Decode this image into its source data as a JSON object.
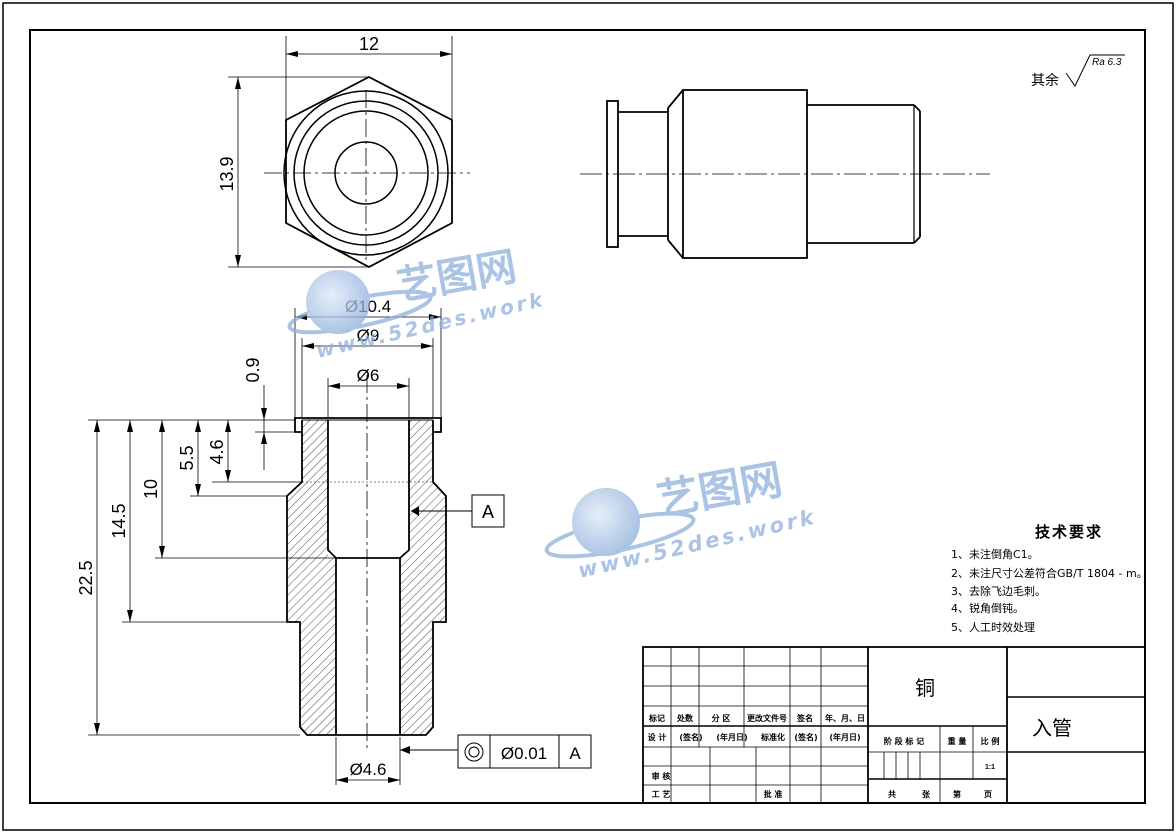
{
  "roughness": {
    "prefix": "其余",
    "symbol_text": "Ra 6.3"
  },
  "dimensions": {
    "hex_width": "12",
    "hex_height": "13.9",
    "d_flange": "Ø10.4",
    "d_body": "Ø9",
    "d_bore": "Ø6",
    "flange_thk": "0.9",
    "len_22_5": "22.5",
    "len_14_5": "14.5",
    "len_10": "10",
    "len_5_5": "5.5",
    "len_4_6": "4.6",
    "d_outlet": "Ø4.6"
  },
  "datum": {
    "label": "A"
  },
  "tolerance": {
    "value": "Ø0.01",
    "datum": "A"
  },
  "watermark": {
    "brand": "艺图网",
    "url": "www.52des.work"
  },
  "tech_requirements": {
    "title": "技术要求",
    "items": [
      "1、未注倒角C1。",
      "2、未注尺寸公差符合GB/T 1804 - m。",
      "3、去除飞边毛刺。",
      "4、锐角倒钝。",
      "5、人工时效处理"
    ]
  },
  "title_block": {
    "material": "铜",
    "part_name": "入管",
    "headers": [
      "标记",
      "处数",
      "分 区",
      "更改文件号",
      "签名",
      "年、月、日"
    ],
    "row_design": [
      "设 计",
      "(签名)",
      "(年月日)",
      "标准化",
      "(签名)",
      "(年月日)"
    ],
    "stage_headers": [
      "阶 段 标 记",
      "重 量",
      "比 例"
    ],
    "review": "审 核",
    "process": "工 艺",
    "approve": "批 准",
    "scale_small": "1:1",
    "sheet": [
      "共",
      "张",
      "第",
      "页"
    ]
  }
}
